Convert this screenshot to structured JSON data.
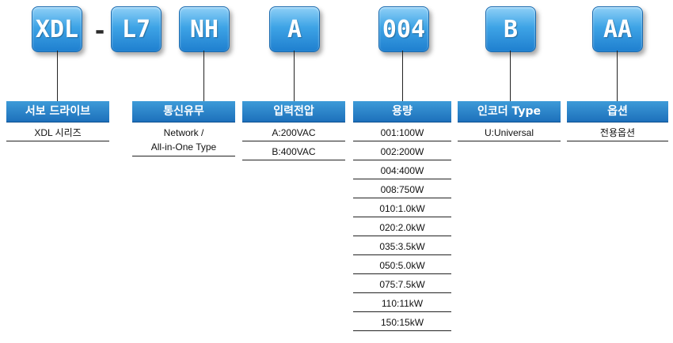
{
  "codes": [
    "XDL",
    "L7",
    "NH",
    "A",
    "004",
    "B",
    "AA"
  ],
  "separator": "-",
  "columns": [
    {
      "header": "서보 드라이브",
      "items": [
        "XDL 시리즈"
      ]
    },
    {
      "header": "통신유무",
      "items": [
        [
          "Network /",
          "All-in-One Type"
        ]
      ]
    },
    {
      "header": "입력전압",
      "items": [
        "A:200VAC",
        "B:400VAC"
      ]
    },
    {
      "header": "용량",
      "items": [
        "001:100W",
        "002:200W",
        "004:400W",
        "008:750W",
        "010:1.0kW",
        "020:2.0kW",
        "035:3.5kW",
        "050:5.0kW",
        "075:7.5kW",
        "110:11kW",
        "150:15kW"
      ]
    },
    {
      "header": "인코더 Type",
      "items": [
        "U:Universal"
      ]
    },
    {
      "header": "옵션",
      "items": [
        "전용옵션"
      ]
    }
  ]
}
